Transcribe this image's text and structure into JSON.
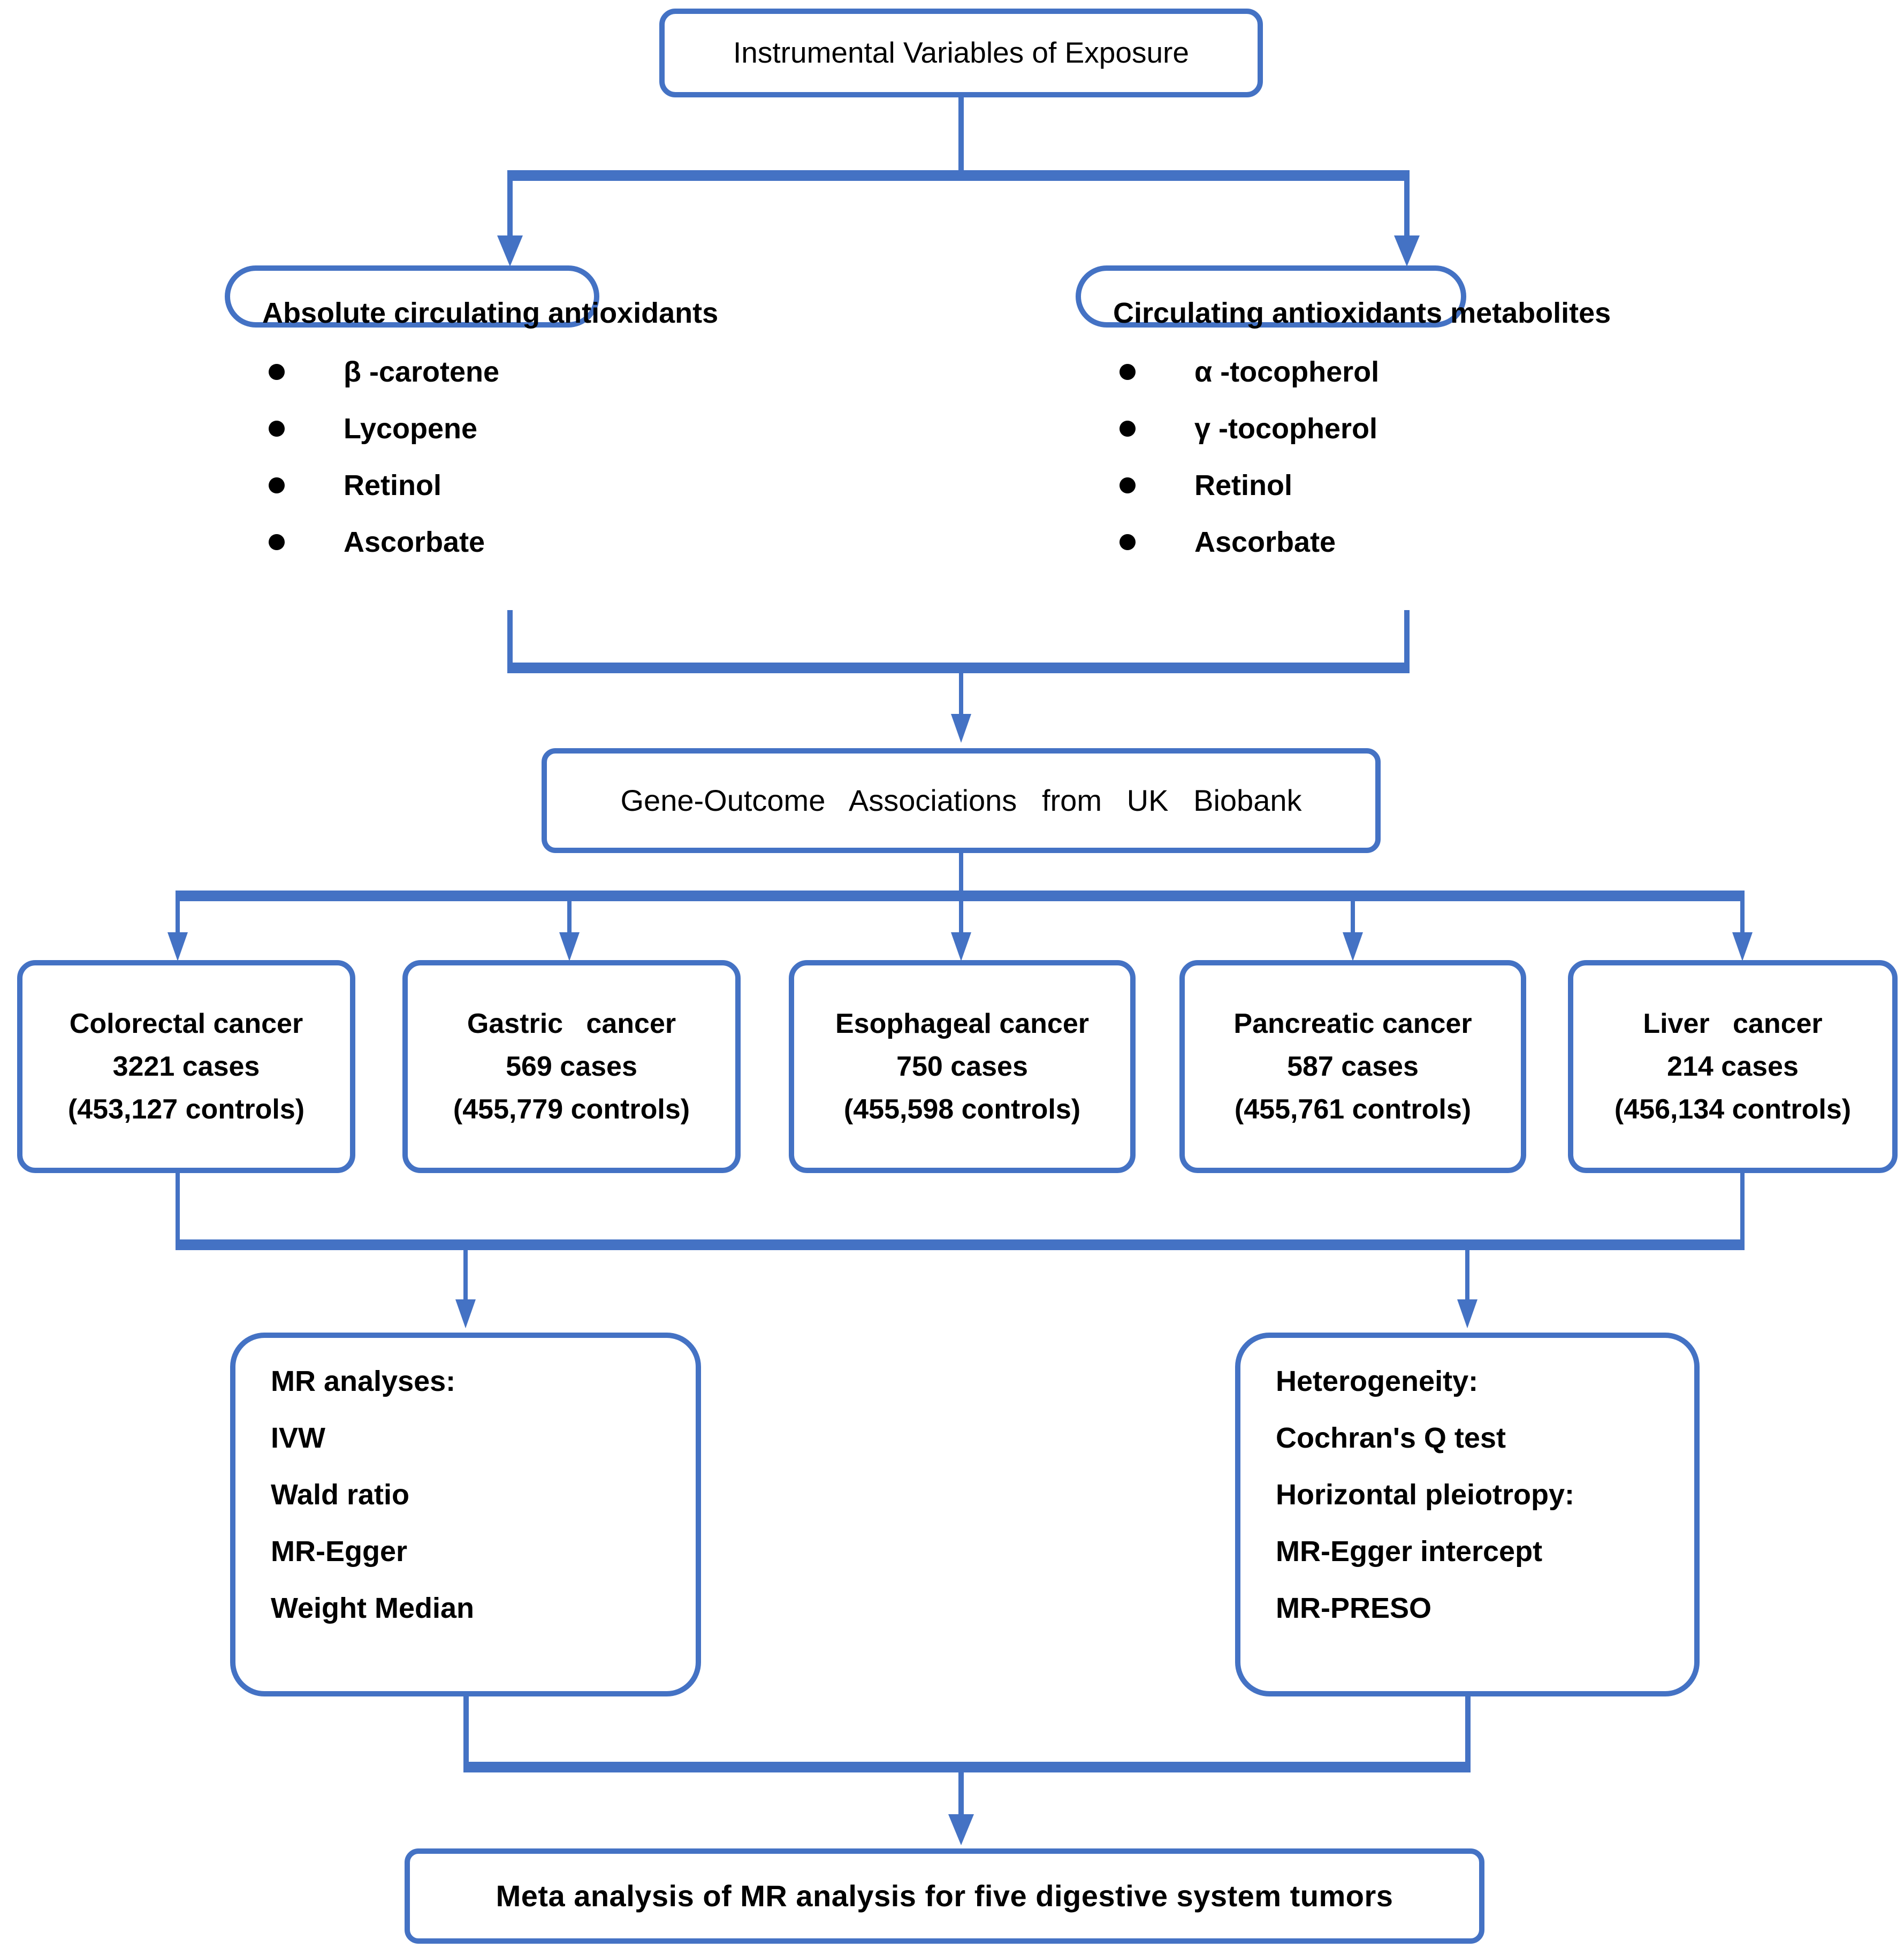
{
  "diagram": {
    "title": "Mendelian randomization study flowchart",
    "accent_color": "#4472C4",
    "text_color": "#000000",
    "background_color": "#FFFFFF"
  },
  "top": {
    "label": "Instrumental Variables of Exposure"
  },
  "exposures": [
    {
      "heading": "Absolute circulating antioxidants",
      "items": [
        "β -carotene",
        "Lycopene",
        "Retinol",
        "Ascorbate"
      ]
    },
    {
      "heading": "Circulating antioxidants metabolites",
      "items": [
        "α -tocopherol",
        "γ -tocopherol",
        "Retinol",
        "Ascorbate"
      ]
    }
  ],
  "gene_outcome": {
    "label": "Gene-Outcome   Associations   from   UK   Biobank"
  },
  "outcomes": [
    {
      "name": "Colorectal cancer",
      "cases": "3221 cases",
      "controls": "(453,127 controls)"
    },
    {
      "name": "Gastric   cancer",
      "cases": "569 cases",
      "controls": "(455,779 controls)"
    },
    {
      "name": "Esophageal cancer",
      "cases": "750 cases",
      "controls": "(455,598 controls)"
    },
    {
      "name": "Pancreatic cancer",
      "cases": "587 cases",
      "controls": "(455,761 controls)"
    },
    {
      "name": "Liver   cancer",
      "cases": "214 cases",
      "controls": "(456,134 controls)"
    }
  ],
  "methods": {
    "mr": {
      "heading": "MR analyses:",
      "items": [
        "IVW",
        "Wald ratio",
        "MR-Egger",
        "Weight Median"
      ]
    },
    "sensitivity": {
      "heading": "Heterogeneity:",
      "heterogeneity_items": [
        "Cochran's Q test"
      ],
      "pleiotropy_heading": "Horizontal pleiotropy:",
      "pleiotropy_items": [
        "MR-Egger intercept",
        "MR-PRESO"
      ]
    }
  },
  "bottom": {
    "label": "Meta analysis of MR analysis for five digestive system tumors"
  }
}
